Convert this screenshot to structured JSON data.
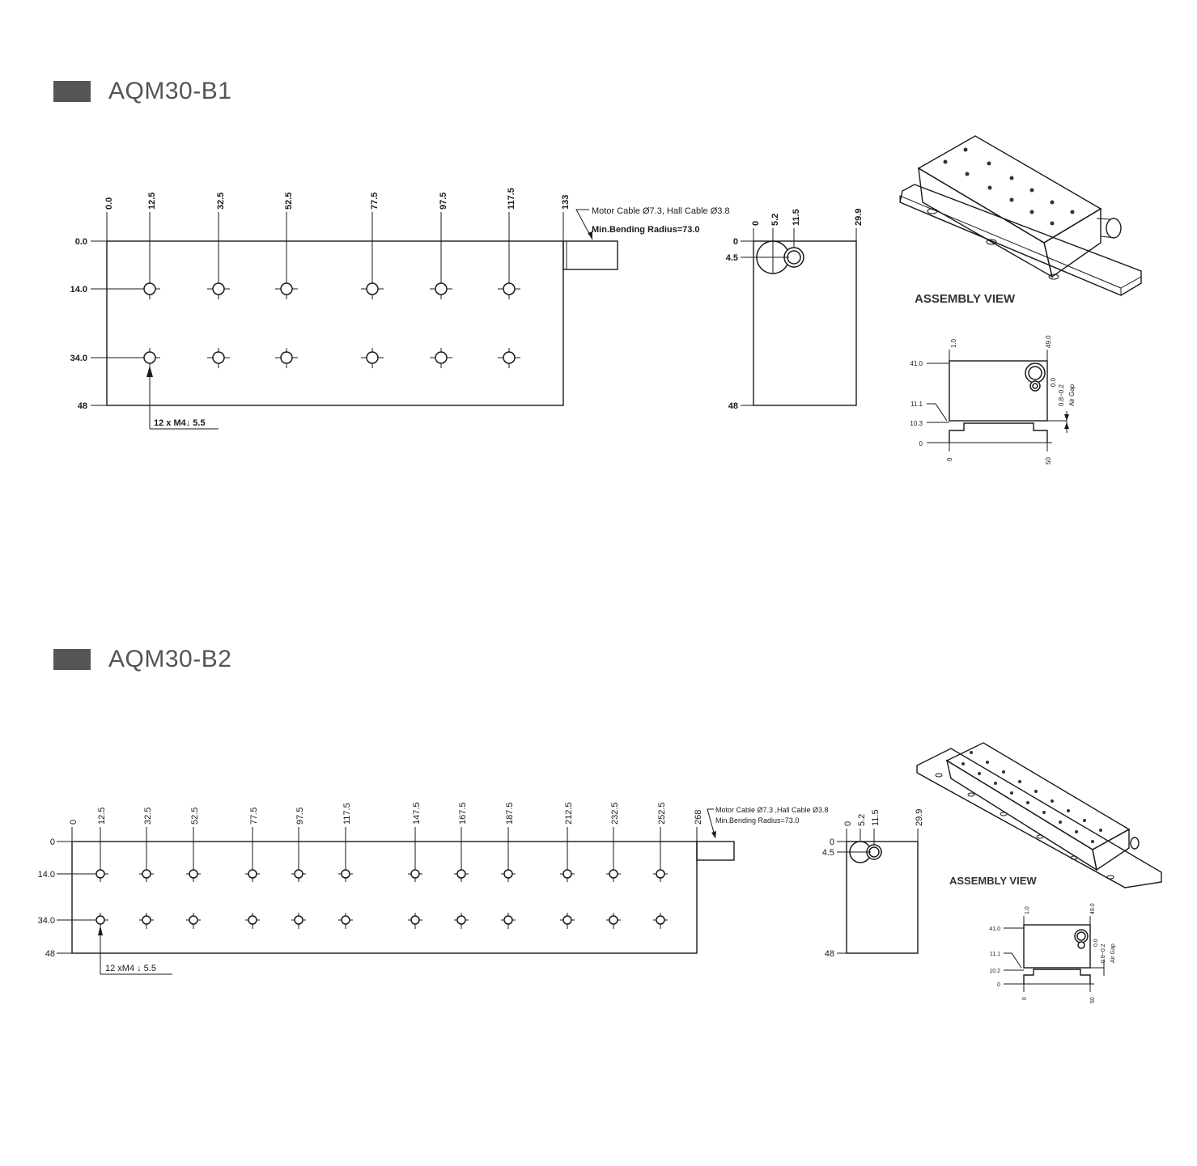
{
  "colors": {
    "line": "#1a1a1a",
    "title": "#555555"
  },
  "sections": [
    {
      "title": "AQM30-B1",
      "x_dims": [
        "0.0",
        "12.5",
        "32.5",
        "52.5",
        "77.5",
        "97.5",
        "117.5",
        "133"
      ],
      "y_dims": [
        "0.0",
        "14.0",
        "34.0",
        "48"
      ],
      "cable_note_1": "Motor Cable Ø7.3, Hall Cable Ø3.8",
      "cable_note_2": "Min.Bending Radius=73.0",
      "hole_note": "12 x M4↓ 5.5",
      "end_x_dims": [
        "0",
        "5.2",
        "11.5",
        "29.9"
      ],
      "end_y_dims": [
        "0",
        "4.5",
        "48"
      ],
      "assembly_label": "ASSEMBLY VIEW",
      "side_top": [
        "1.0",
        "49.0"
      ],
      "side_left": [
        "41.0",
        "11.1",
        "10.3",
        "0"
      ],
      "side_bottom": [
        "0",
        "50"
      ],
      "side_right": [
        "0.0",
        "0.8~0.2",
        "Air Gap"
      ]
    },
    {
      "title": "AQM30-B2",
      "x_dims": [
        "0",
        "12.5",
        "32.5",
        "52.5",
        "77.5",
        "97.5",
        "117.5",
        "147.5",
        "167.5",
        "187.5",
        "212.5",
        "232.5",
        "252.5",
        "268"
      ],
      "y_dims": [
        "0",
        "14.0",
        "34.0",
        "48"
      ],
      "cable_note_1": "Motor Cable Ø7.3 ,Hall Cable Ø3.8",
      "cable_note_2": "Min.Bending Radius=73.0",
      "hole_note": "12 xM4 ↓ 5.5",
      "end_x_dims": [
        "0",
        "5.2",
        "11.5",
        "29.9"
      ],
      "end_y_dims": [
        "0",
        "4.5",
        "48"
      ],
      "assembly_label": "ASSEMBLY VIEW",
      "side_top": [
        "1.0",
        "49.0"
      ],
      "side_left": [
        "41.0",
        "11.1",
        "10.2",
        "0"
      ],
      "side_bottom": [
        "0",
        "50"
      ],
      "side_right": [
        "0.0",
        "0.8~0.2",
        "Air Gap"
      ]
    }
  ]
}
